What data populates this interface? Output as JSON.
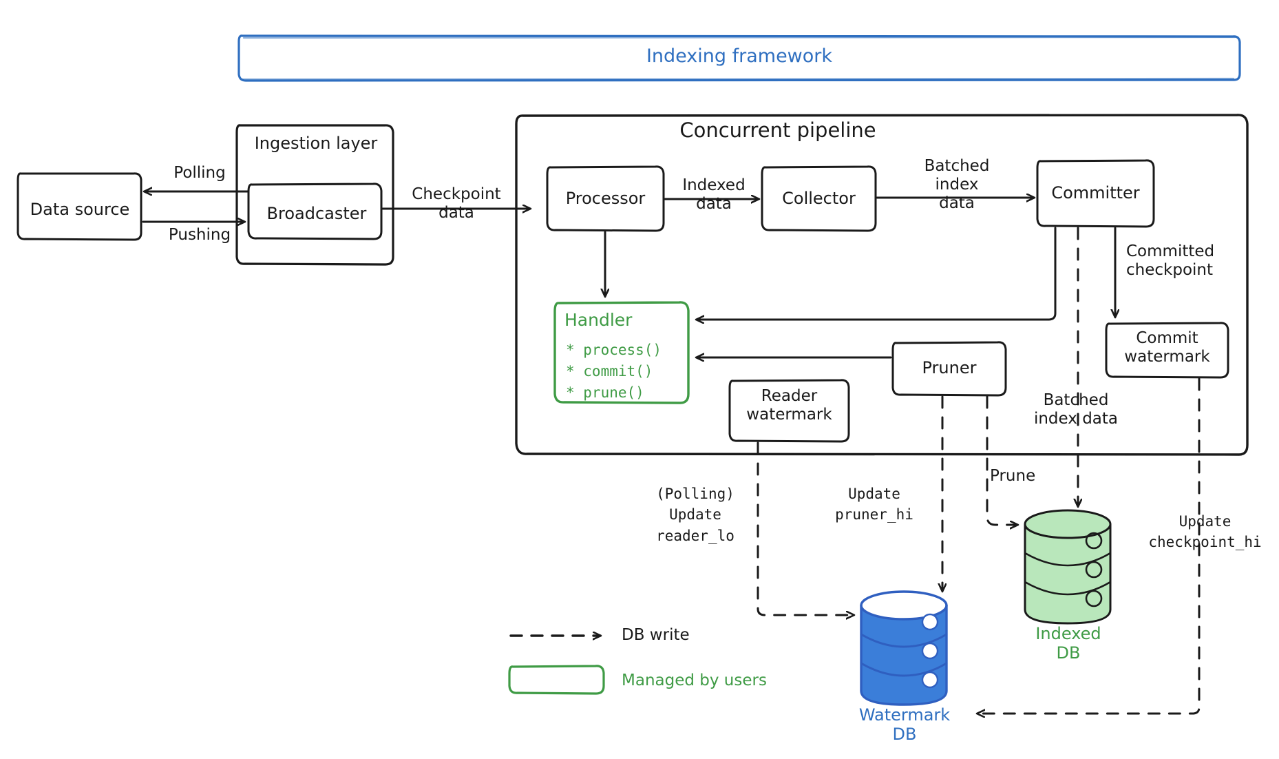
{
  "title": "Indexing framework architecture",
  "colors": {
    "ink": "#1a1a1a",
    "blue": "#2f6fc0",
    "blue_fill": "#3b7ed9",
    "green": "#3f9b45",
    "green_fill": "#b9e7bb",
    "background": "#ffffff"
  },
  "framework_banner": {
    "label": "Indexing framework"
  },
  "external": {
    "data_source": {
      "label": "Data source"
    }
  },
  "ingestion_layer": {
    "title": "Ingestion layer",
    "nodes": [
      {
        "label": "Broadcaster"
      }
    ]
  },
  "concurrent_pipeline": {
    "title": "Concurrent pipeline",
    "nodes": [
      {
        "label": "Processor"
      },
      {
        "label": "Collector"
      },
      {
        "label": "Committer"
      },
      {
        "label": "Commit\nwatermark"
      },
      {
        "label": "Pruner"
      },
      {
        "label": "Reader\nwatermark"
      }
    ],
    "handler": {
      "title": "Handler",
      "methods": [
        "* process()",
        "* commit()",
        "* prune()"
      ]
    }
  },
  "databases": [
    {
      "label": "Indexed\nDB",
      "color": "green"
    },
    {
      "label": "Watermark\nDB",
      "color": "blue"
    }
  ],
  "edge_labels": {
    "polling": "Polling",
    "pushing": "Pushing",
    "checkpoint_data": "Checkpoint\ndata",
    "indexed_data": "Indexed\ndata",
    "batched_index_data_top": "Batched\nindex\ndata",
    "committed_checkpoint": "Committed\ncheckpoint",
    "batched_index_data_bottom": "Batched\nindex data",
    "prune": "Prune"
  },
  "db_write_labels": {
    "reader": "(Polling)\nUpdate\nreader_lo",
    "pruner": "Update\npruner_hi",
    "checkpoint": "Update\ncheckpoint_hi"
  },
  "legend": [
    {
      "icon": "dashed-arrow-icon",
      "label": "DB write",
      "color": "ink"
    },
    {
      "icon": "green-rounded-box-icon",
      "label": "Managed by users",
      "color": "green"
    }
  ]
}
